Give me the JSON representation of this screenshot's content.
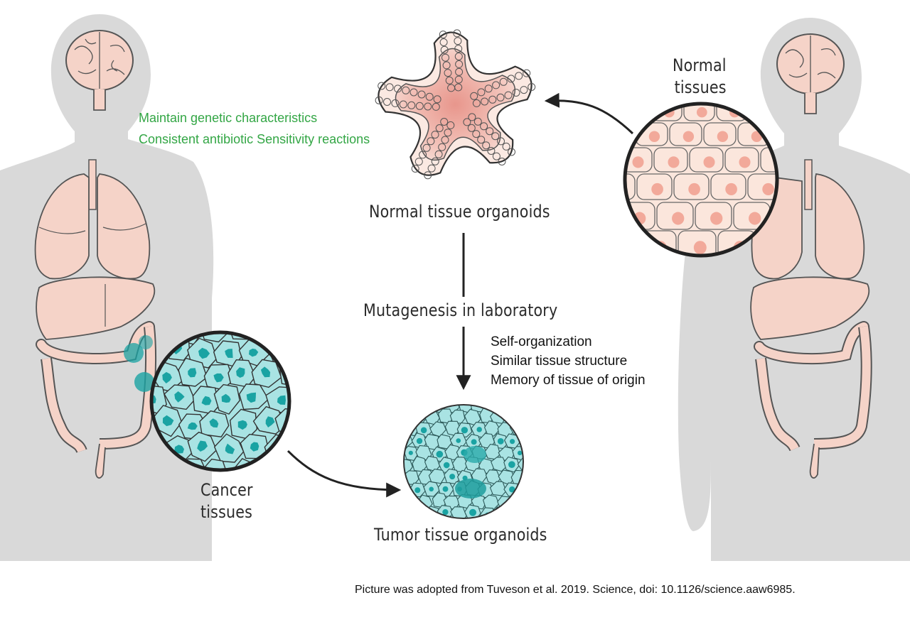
{
  "labels": {
    "normal_tissues": [
      "Normal",
      "tissues"
    ],
    "cancer_tissues": [
      "Cancer",
      "tissues"
    ],
    "normal_organoids": "Normal tissue organoids",
    "tumor_organoids": "Tumor tissue organoids",
    "mutagenesis": "Mutagenesis in laboratory"
  },
  "green_notes": [
    "Maintain genetic characteristics",
    "Consistent antibiotic Sensitivity reactions"
  ],
  "properties": [
    "Self-organization",
    "Similar tissue structure",
    "Memory of tissue of origin"
  ],
  "credit": "Picture was adopted from Tuveson et al. 2019. Science, doi: 10.1126/science.aaw6985.",
  "colors": {
    "body_silhouette": "#d9d9d9",
    "organ": "#f5d3c8",
    "organ_outline": "#555555",
    "cancer_cell": "#a9e3e3",
    "cancer_nucleus": "#1aa3a3",
    "normal_cell": "#fbe6dc",
    "normal_nucleus": "#f2a99a",
    "green_text": "#33a645",
    "arrow": "#222222"
  }
}
